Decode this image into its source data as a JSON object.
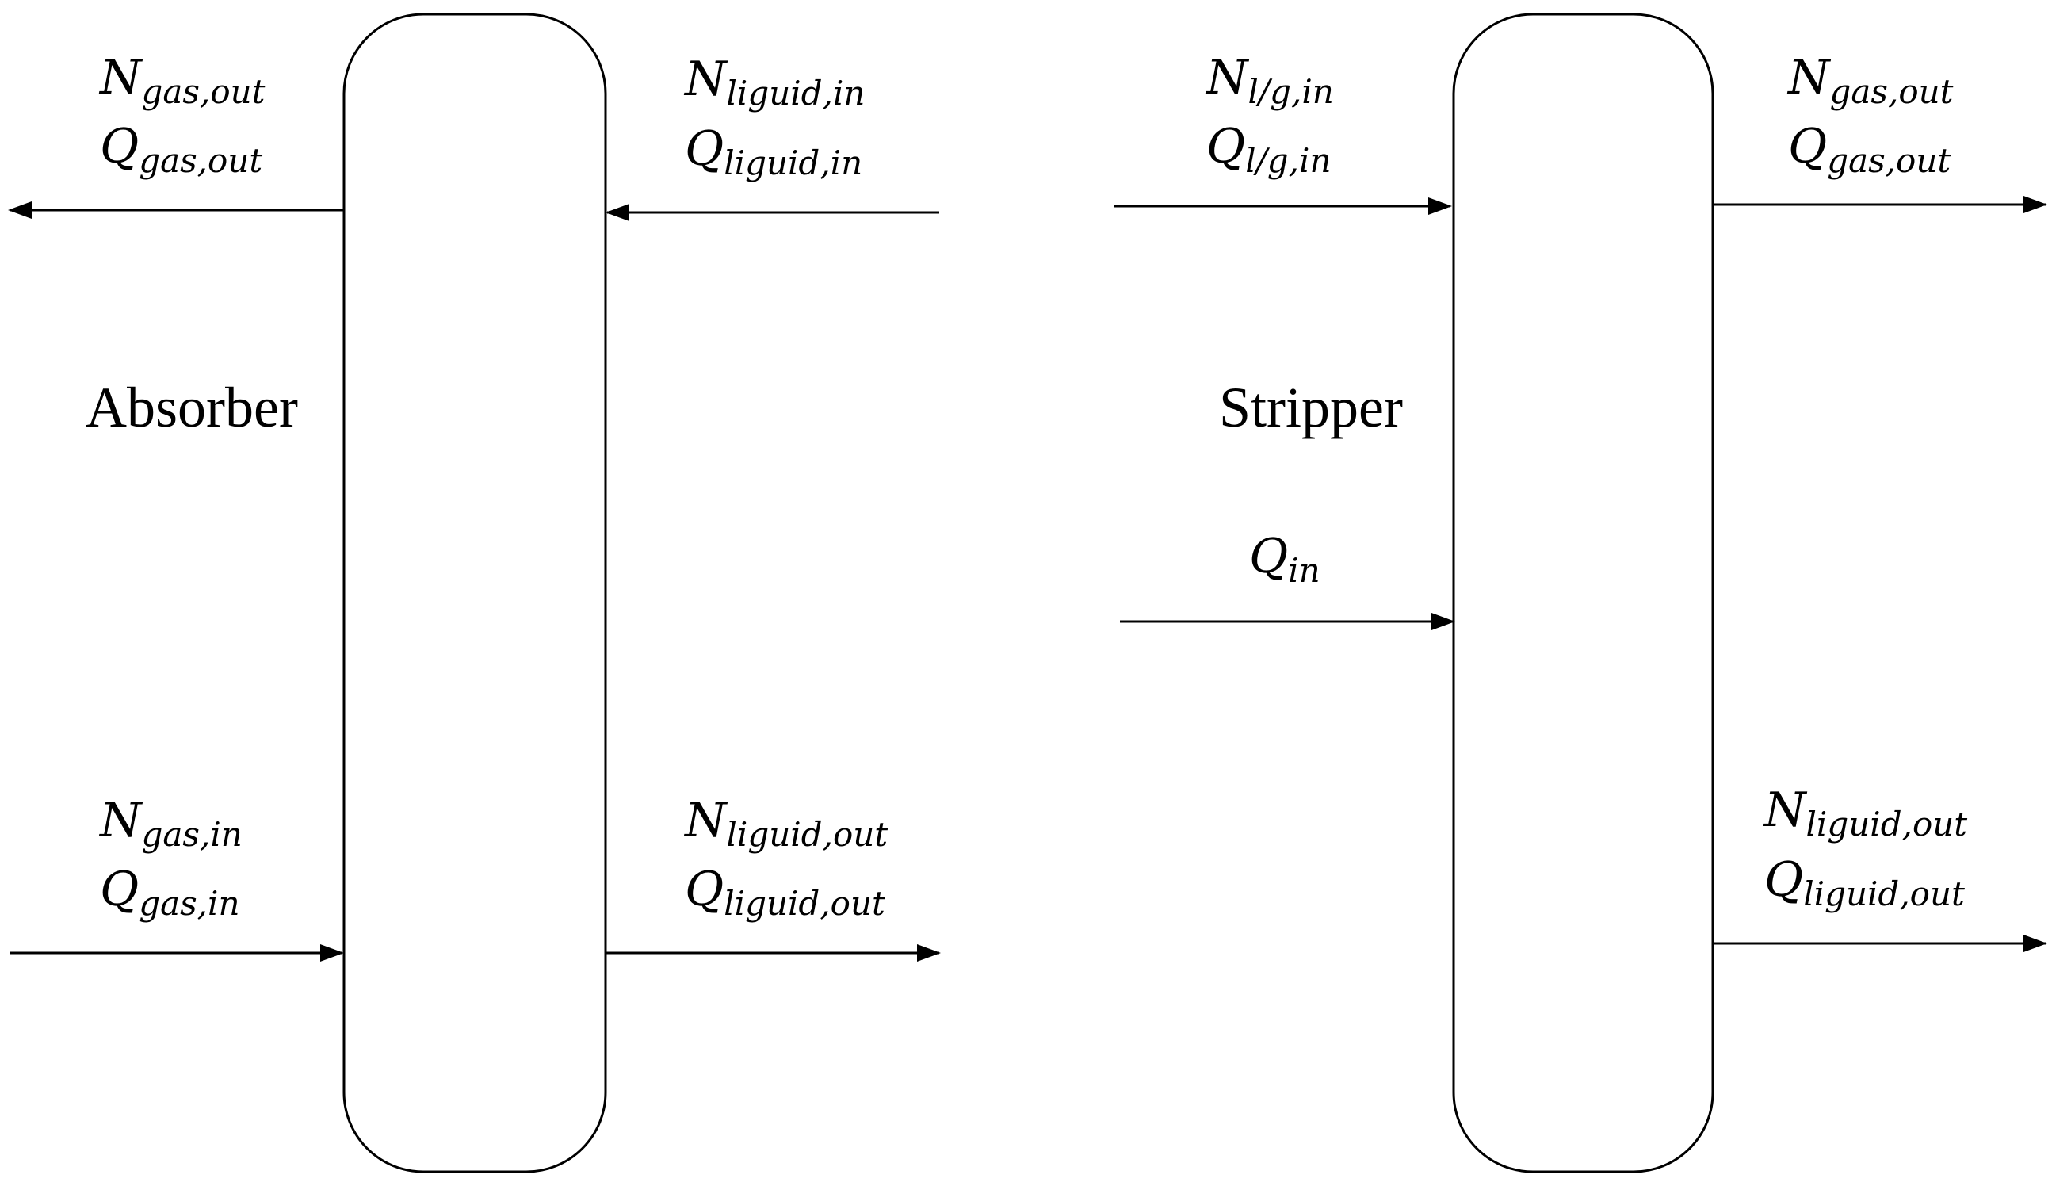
{
  "units": {
    "absorber": {
      "label": "Absorber",
      "gas_out": {
        "N": {
          "base": "N",
          "sub": "gas,out"
        },
        "Q": {
          "base": "Q",
          "sub": "gas,out"
        }
      },
      "liquid_in": {
        "N": {
          "base": "N",
          "sub": "liguid,in"
        },
        "Q": {
          "base": "Q",
          "sub": "liguid,in"
        }
      },
      "gas_in": {
        "N": {
          "base": "N",
          "sub": "gas,in"
        },
        "Q": {
          "base": "Q",
          "sub": "gas,in"
        }
      },
      "liquid_out": {
        "N": {
          "base": "N",
          "sub": "liguid,out"
        },
        "Q": {
          "base": "Q",
          "sub": "liguid,out"
        }
      }
    },
    "stripper": {
      "label": "Stripper",
      "lg_in": {
        "N": {
          "base": "N",
          "sub": "l/g,in"
        },
        "Q": {
          "base": "Q",
          "sub": "l/g,in"
        }
      },
      "heat_in": {
        "Q": {
          "base": "Q",
          "sub": "in"
        }
      },
      "gas_out": {
        "N": {
          "base": "N",
          "sub": "gas,out"
        },
        "Q": {
          "base": "Q",
          "sub": "gas,out"
        }
      },
      "liquid_out": {
        "N": {
          "base": "N",
          "sub": "liguid,out"
        },
        "Q": {
          "base": "Q",
          "sub": "liguid,out"
        }
      }
    }
  },
  "colors": {
    "line": "#000000",
    "background": "#ffffff"
  }
}
